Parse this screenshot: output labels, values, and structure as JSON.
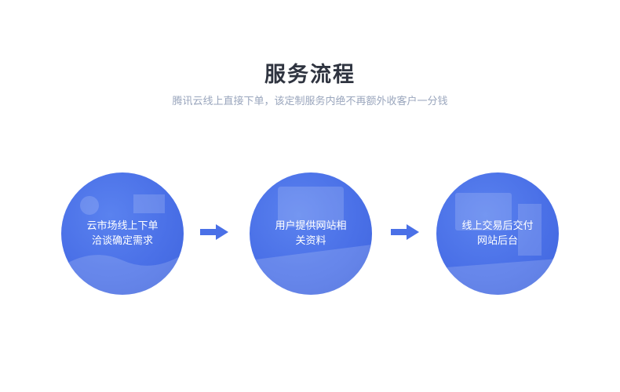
{
  "header": {
    "title": "服务流程",
    "subtitle": "腾讯云线上直接下单，该定制服务内绝不再额外收客户一分钱"
  },
  "steps": [
    {
      "label": "云市场线上下单\n洽谈确定需求"
    },
    {
      "label": "用户提供网站相\n关资料"
    },
    {
      "label": "线上交易后交付\n网站后台"
    }
  ],
  "colors": {
    "circle": "#4a70e7",
    "arrow": "#4a70e7",
    "title": "#2f3440",
    "subtitle": "#9aa6bd"
  },
  "icons": {
    "arrow": "arrow-right-icon"
  }
}
